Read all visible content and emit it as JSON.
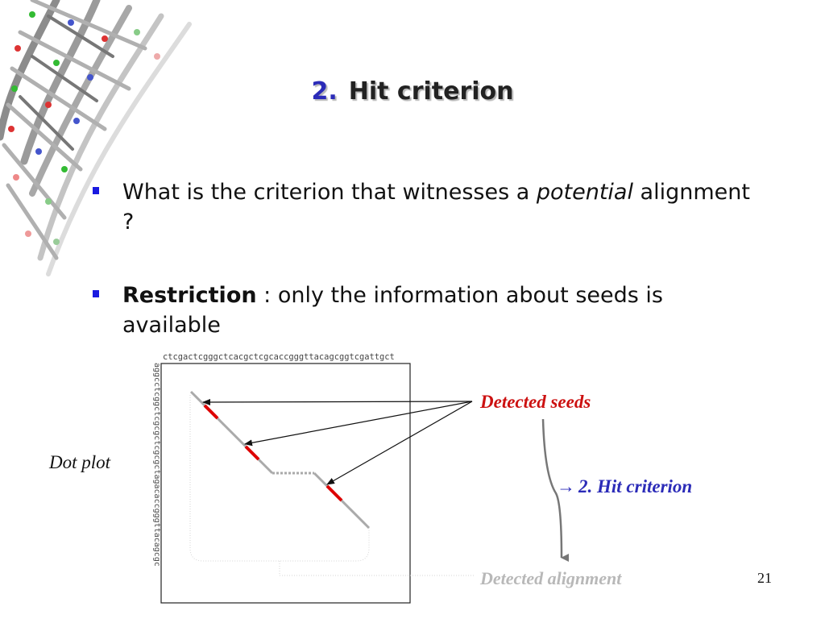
{
  "slide": {
    "title_number": "2.",
    "title_text": "Hit criterion",
    "bullets": [
      {
        "before": "What is the criterion that witnesses a ",
        "emphasis": "potential",
        "after": " alignment ?"
      },
      {
        "strong": "Restriction",
        "after": " : only the information about seeds is available"
      }
    ],
    "page_number": "21"
  },
  "figure": {
    "seq_horizontal": "ctcgactcgggctcacgctcgcaccgggttacagcggtcgattgct",
    "seq_vertical": "aggcctcggctcgcgctcgcgctagacaccgggttacagcgc",
    "plot_label": "Dot plot",
    "seeds_label": "Detected seeds",
    "hit_arrow": "→",
    "hit_label": "2. Hit criterion",
    "alignment_label": "Detected alignment",
    "colors": {
      "seed": "#dd0000",
      "alignment": "#aaaaaa",
      "hit": "#2b2bb8",
      "seeds_text": "#cc1111",
      "faded": "#b8b8b8"
    }
  }
}
